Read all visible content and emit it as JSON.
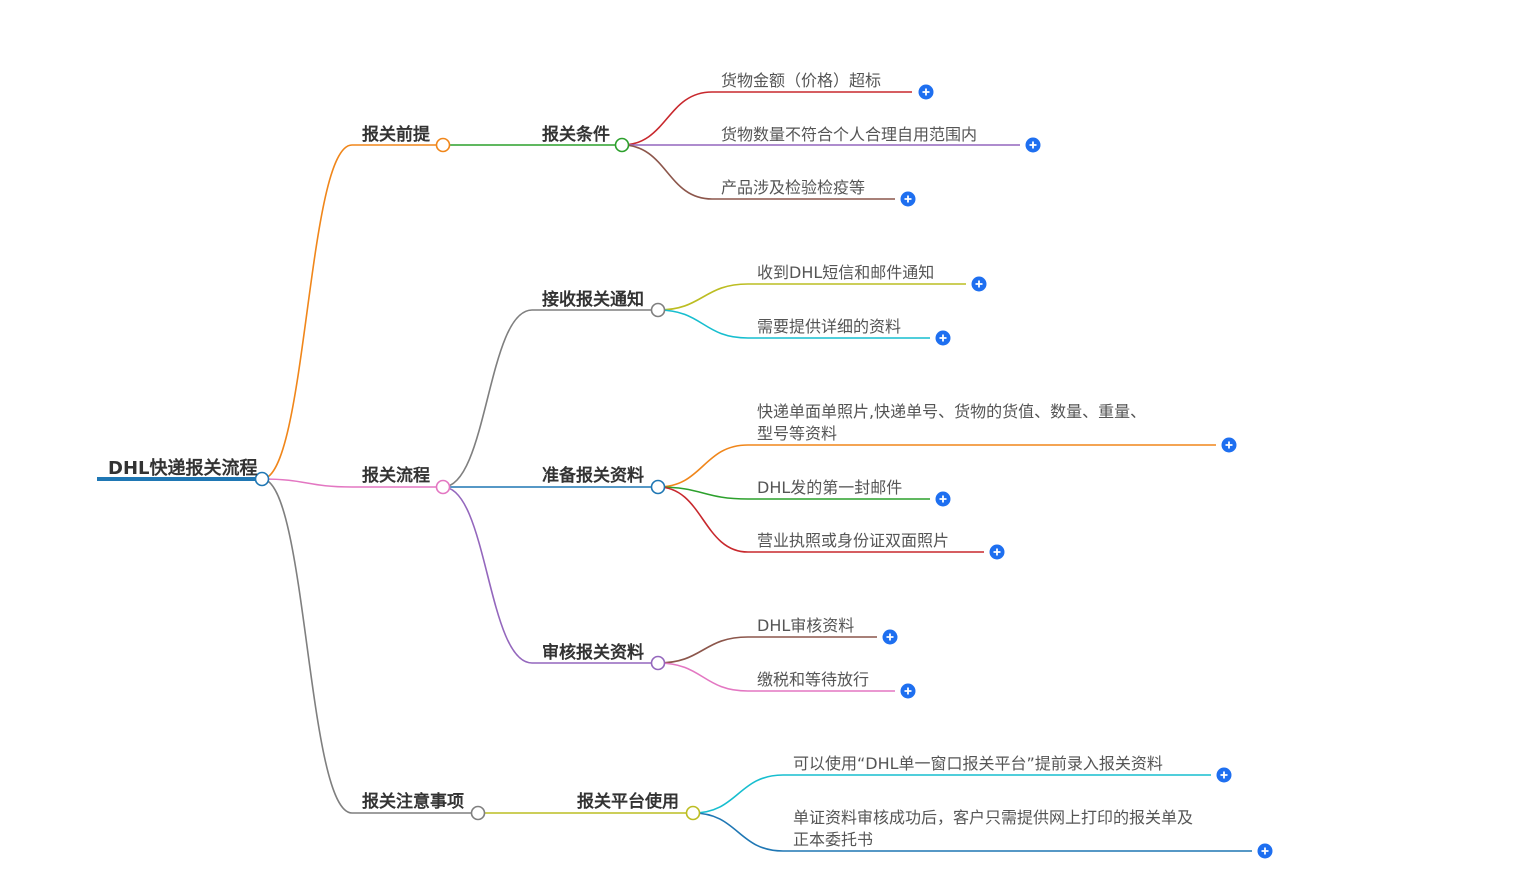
{
  "title": "DHL快递报关流程",
  "colors": {
    "root": "#1f77b4",
    "expand_button": "#1e6ff0"
  },
  "nodes": {
    "root": {
      "label": "DHL快递报关流程"
    },
    "b1": {
      "label": "报关前提",
      "color": "#f0861a"
    },
    "b1_1": {
      "label": "报关条件",
      "color": "#2ca02c"
    },
    "b1_1_l1": {
      "label": "货物金额（价格）超标",
      "color": "#c8282d"
    },
    "b1_1_l2": {
      "label": "货物数量不符合个人合理自用范围内",
      "color": "#9467bd"
    },
    "b1_1_l3": {
      "label": "产品涉及检验检疫等",
      "color": "#8c564b"
    },
    "b2": {
      "label": "报关流程",
      "color": "#e377c2"
    },
    "b2_1": {
      "label": "接收报关通知",
      "color": "#7f7f7f"
    },
    "b2_1_l1": {
      "label": "收到DHL短信和邮件通知",
      "color": "#bcbd22"
    },
    "b2_1_l2": {
      "label": "需要提供详细的资料",
      "color": "#17becf"
    },
    "b2_2": {
      "label": "准备报关资料",
      "color": "#1f77b4"
    },
    "b2_2_l1": {
      "line1": "快递单面单照片,快递单号、货物的货值、数量、重量、",
      "line2": "型号等资料",
      "color": "#f0861a"
    },
    "b2_2_l2": {
      "label": "DHL发的第一封邮件",
      "color": "#2ca02c"
    },
    "b2_2_l3": {
      "label": "营业执照或身份证双面照片",
      "color": "#c8282d"
    },
    "b2_3": {
      "label": "审核报关资料",
      "color": "#9467bd"
    },
    "b2_3_l1": {
      "label": "DHL审核资料",
      "color": "#8c564b"
    },
    "b2_3_l2": {
      "label": "缴税和等待放行",
      "color": "#e377c2"
    },
    "b3": {
      "label": "报关注意事项",
      "color": "#7f7f7f"
    },
    "b3_1": {
      "label": "报关平台使用",
      "color": "#bcbd22"
    },
    "b3_1_l1": {
      "label": "可以使用“DHL单一窗口报关平台”提前录入报关资料",
      "color": "#17becf"
    },
    "b3_1_l2": {
      "line1": "单证资料审核成功后，客户只需提供网上打印的报关单及",
      "line2": "正本委托书",
      "color": "#1f77b4"
    }
  }
}
